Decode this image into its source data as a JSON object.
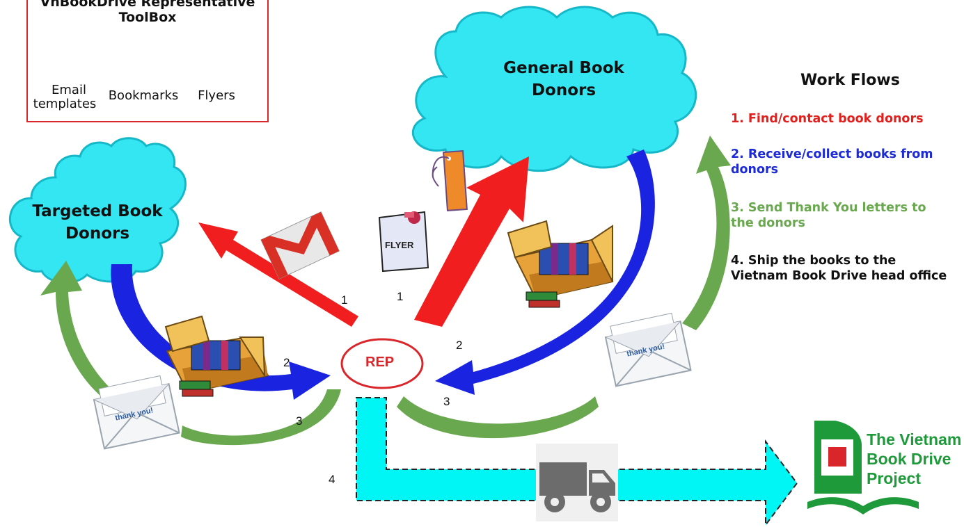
{
  "toolbox": {
    "title_line1": "VnBookDrive Representative",
    "title_line2": "ToolBox",
    "items": [
      {
        "label_line1": "Email",
        "label_line2": "templates",
        "icon": "gmail-icon"
      },
      {
        "label": "Bookmarks",
        "icon": "bookmark-icon"
      },
      {
        "label": "Flyers",
        "icon": "flyer-icon"
      }
    ]
  },
  "clouds": {
    "general_line1": "General Book",
    "general_line2": "Donors",
    "targeted_line1": "Targeted Book",
    "targeted_line2": "Donors"
  },
  "rep_label": "REP",
  "step_numbers": {
    "email_arrow": "1",
    "flyer_arrow": "1",
    "collect_left": "2",
    "collect_right": "2",
    "thank_left": "3",
    "thank_right": "3",
    "ship": "4"
  },
  "workflows": {
    "title": "Work Flows",
    "steps": [
      {
        "line1": "1. Find/contact book donors",
        "color": "#e0201c"
      },
      {
        "line1": "2. Receive/collect books from",
        "line2": "donors",
        "color": "#1d2bd6"
      },
      {
        "line1": "3. Send Thank You letters to",
        "line2": "the donors",
        "color": "#6aa84f"
      },
      {
        "line1": "4. Ship the books to the",
        "line2": "Vietnam Book Drive head office",
        "color": "#111111"
      }
    ]
  },
  "envelope_text": "thank you!",
  "flyer_text": "FLYER",
  "logo": {
    "line1": "The Vietnam",
    "line2": "Book Drive",
    "line3": "Project"
  },
  "colors": {
    "red_arrow": "#f01e1e",
    "blue_arrow": "#1a23e0",
    "green_arrow": "#6aa84f",
    "cloud": "#33e6f2",
    "cyan_ship": "#00f5f5",
    "logo_green": "#1e9a3a"
  }
}
